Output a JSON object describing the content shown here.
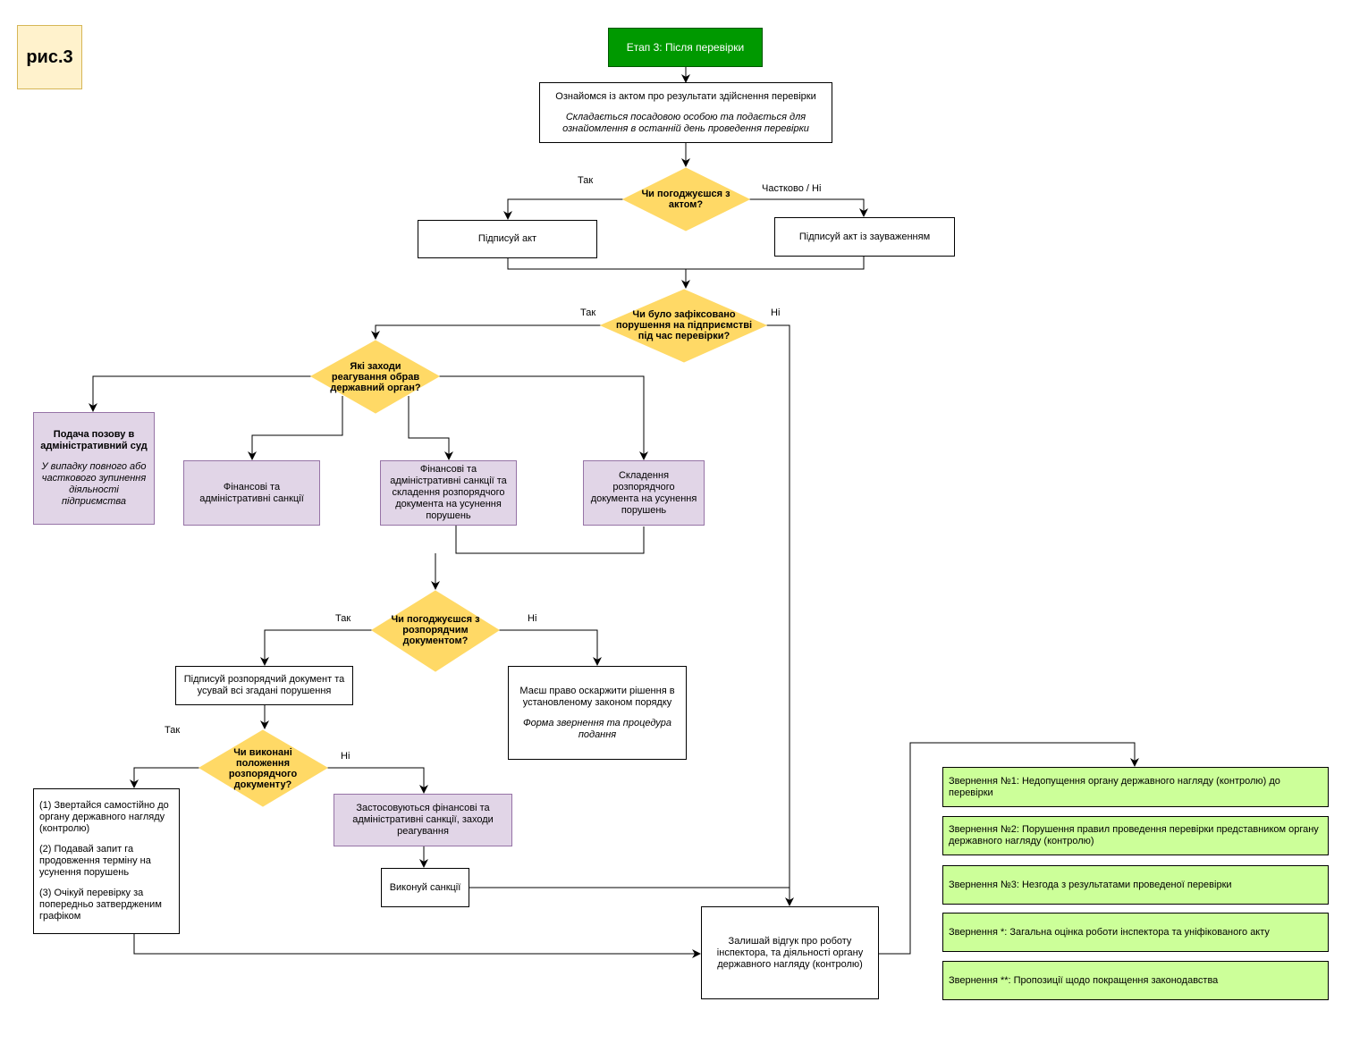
{
  "figure_label": "рис.3",
  "stage": "Етап 3: Після перевірки",
  "review_act": {
    "title": "Ознайомся із актом про результати здійснення перевірки",
    "note": "Складається посадовою особою та подається для ознайомлення в останній день проведення перевірки"
  },
  "agree_act": {
    "question": "Чи погоджуєшся з актом?",
    "yes": "Так",
    "no": "Частково / Ні",
    "sign": "Підписуй акт",
    "sign_remarks": "Підписуй акт із зауваженням"
  },
  "violation": {
    "question": "Чи було зафіксовано порушення на підприємстві під час перевірки?",
    "yes": "Так",
    "no": "Ні"
  },
  "measures": {
    "question": "Які заходи реагування обрав державний орган?",
    "lawsuit_title": "Подача позову в адміністративний суд",
    "lawsuit_note": "У випадку повного або часткового зупинення діяльності підприємства",
    "fin_sanctions": "Фінансові та адміністративні санкції",
    "fin_and_order": "Фінансові та адміністративні санкції та складення розпорядчого документа на усунення порушень",
    "order": "Складення розпорядчого документа на усунення порушень"
  },
  "agree_order": {
    "question": "Чи погоджуєшся з розпорядчим документом?",
    "yes": "Так",
    "no": "Ні",
    "sign_order": "Підписуй розпорядчий документ та усувай всі згадані порушення",
    "appeal_title": "Маєш право оскаржити рішення в установленому законом порядку",
    "appeal_note": "Форма звернення та процедура подання"
  },
  "fulfilled": {
    "question": "Чи виконані положення розпорядчого документу?",
    "yes": "Так",
    "no": "Ні",
    "steps": [
      "(1) Звертайся самостійно до органу державного нагляду (контролю)",
      "(2) Подавай запит га продовження терміну на усунення порушень",
      "(3) Очікуй перевірку за попередньо затвердженим графіком"
    ],
    "sanctions_applied": "Застосовуються фінансові та адміністративні санкції, заходи реагування",
    "execute": "Виконуй санкції"
  },
  "feedback": "Залишай відгук про роботу інспектора, та діяльності органу державного нагляду (контролю)",
  "appeals": [
    "Звернення №1: Недопущення органу державного нагляду (контролю) до перевірки",
    "Звернення №2: Порушення правил проведення перевірки представником органу державного нагляду (контролю)",
    "Звернення №3: Незгода з результатами проведеної перевірки",
    "Звернення *: Загальна оцінка роботи інспектора та уніфікованого акту",
    "Звернення **: Пропозиції щодо покращення законодавства"
  ],
  "colors": {
    "stage": "#009900",
    "decision": "#ffd966",
    "action_purple": "#e1d5e7",
    "appeal_green": "#ccff99",
    "figure_label_bg": "#fff2cc"
  }
}
